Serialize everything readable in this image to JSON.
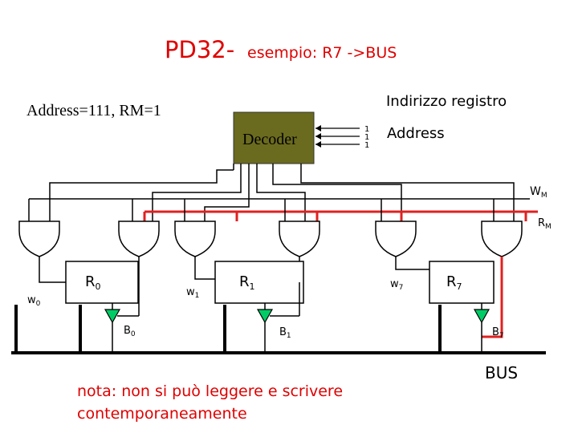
{
  "title": {
    "main": "PD32-",
    "sub": "esempio: R7 ->BUS"
  },
  "address_info": "Address=111, RM=1",
  "decoder": {
    "label": "Decoder",
    "inputs_bits": [
      "1",
      "1",
      "1"
    ]
  },
  "labels": {
    "indirizzo_registro": "Indirizzo registro",
    "address": "Address",
    "wm": {
      "base": "W",
      "sub": "M"
    },
    "rm": {
      "base": "R",
      "sub": "M"
    },
    "bus": "BUS",
    "note_line1": "nota: non si può leggere e scrivere",
    "note_line2": "contemporaneamente"
  },
  "registers": [
    {
      "r": "R",
      "r_sub": "0",
      "w": "w",
      "w_sub": "0",
      "b": "B",
      "b_sub": "0"
    },
    {
      "r": "R",
      "r_sub": "1",
      "w": "w",
      "w_sub": "1",
      "b": "B",
      "b_sub": "1"
    },
    {
      "r": "R",
      "r_sub": "7",
      "w": "w",
      "w_sub": "7",
      "b": "B",
      "b_sub": "7"
    }
  ],
  "colors": {
    "decoder_fill": "#6b6b1f",
    "rm_line": "#e02020",
    "title": "#e00000",
    "note": "#e00000",
    "buffer_fill": "#00cc66",
    "bus": "#000000"
  }
}
